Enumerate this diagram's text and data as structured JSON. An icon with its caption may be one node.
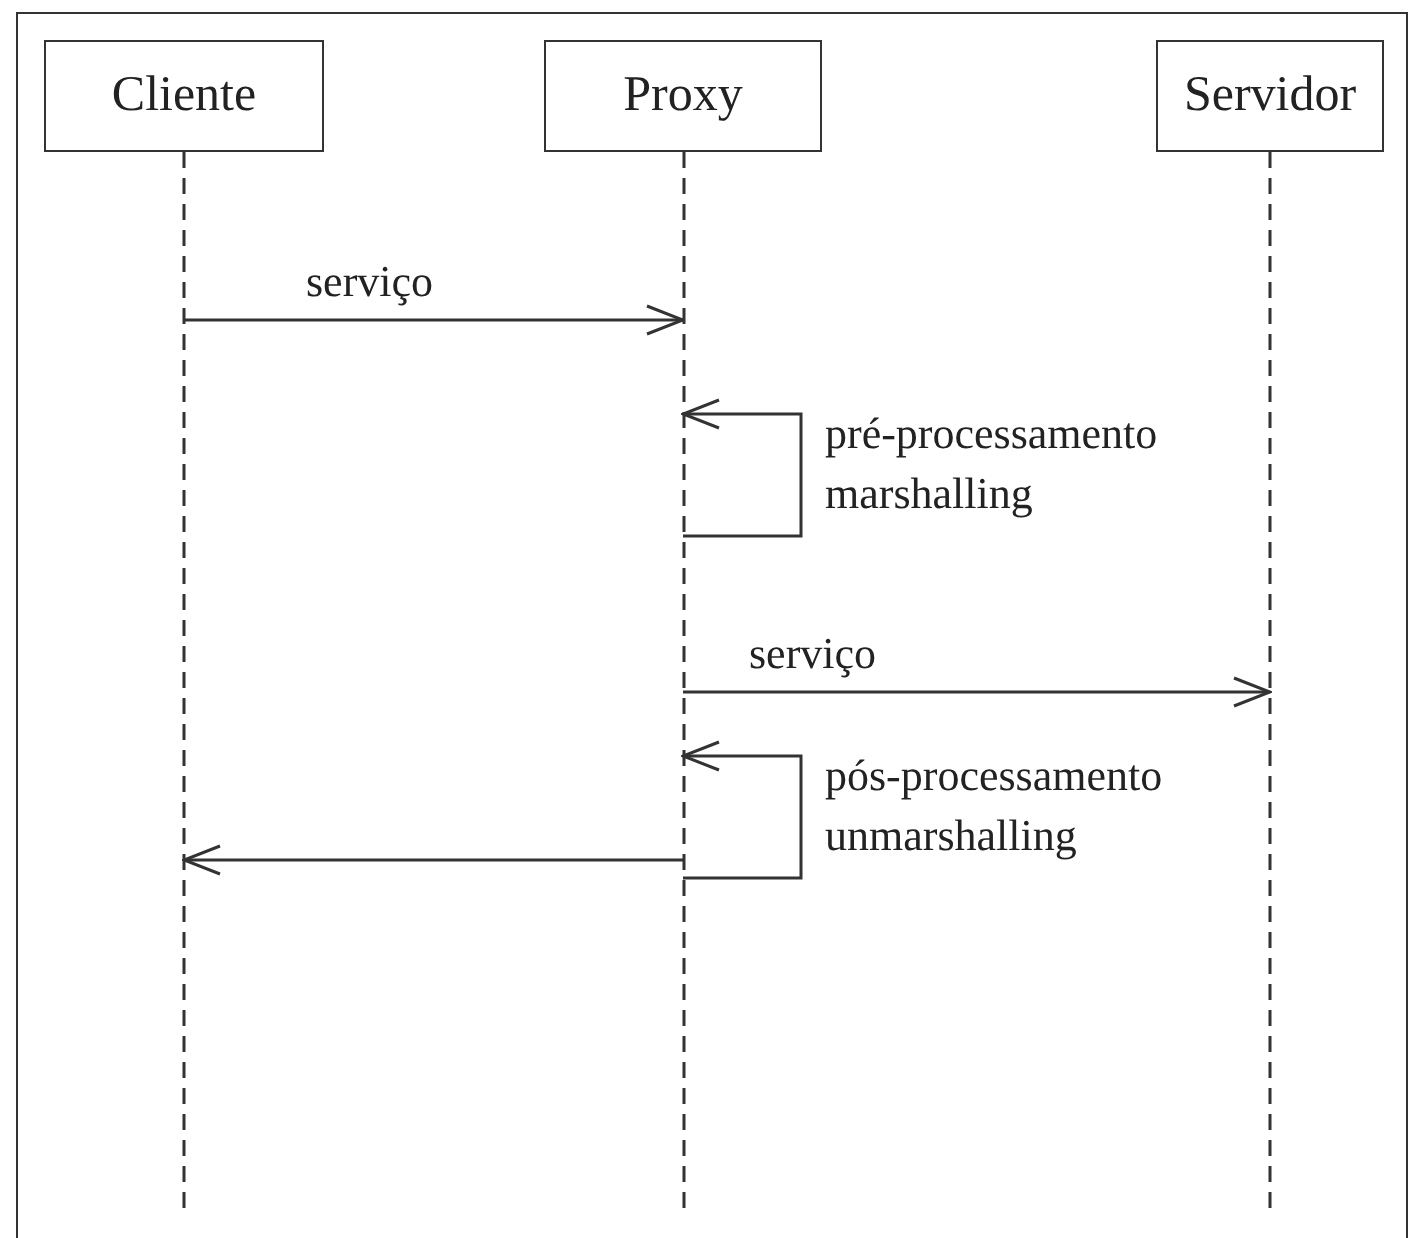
{
  "diagram": {
    "nodes": [
      {
        "text": [
          "Cliente"
        ]
      },
      {
        "text": [
          "Proxy"
        ]
      },
      {
        "text": [
          "Servidor"
        ]
      }
    ],
    "edges": [
      {
        "from": 0,
        "to": 1,
        "arrow": "to",
        "label": "serviço"
      },
      {
        "from": 1,
        "to": 1,
        "arrow": "to",
        "label": "pré-processamento marshalling"
      },
      {
        "from": 1,
        "to": 2,
        "arrow": "to",
        "label": "serviço"
      },
      {
        "from": 1,
        "to": 1,
        "arrow": "to",
        "label": "pós-processamento unmarshalling"
      },
      {
        "from": 1,
        "to": 0,
        "arrow": "to"
      }
    ]
  }
}
